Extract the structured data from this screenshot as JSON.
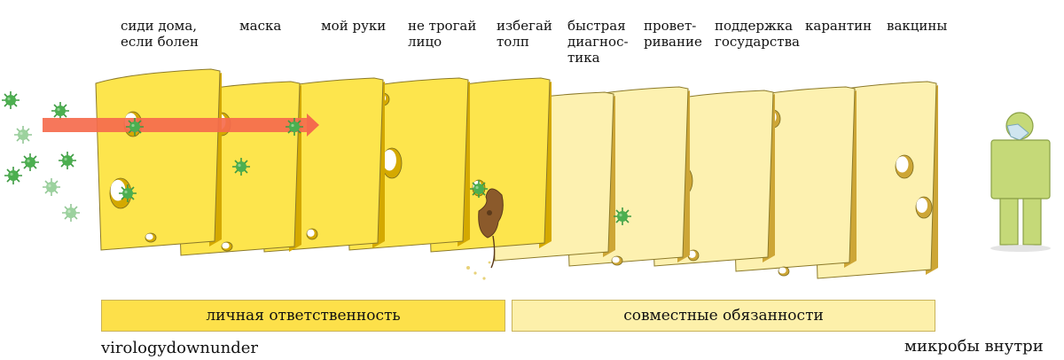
{
  "labels": [
    "сиди дома,\nесли болен",
    "маска",
    "мой руки",
    "не трогай\nлицо",
    "избегай\nтолп",
    "быстрая\nдиагнос-\nтика",
    "провет-\nривание",
    "поддержка\nгосударства",
    "карантин",
    "вакцины"
  ],
  "bands": {
    "personal": "личная ответственность",
    "shared": "совместные обязанности"
  },
  "credit": "virologydownunder",
  "person_caption": "микробы внутри",
  "colors": {
    "cheese_personal": "#fde54d",
    "cheese_personal_side": "#d4a900",
    "cheese_shared": "#fdf1b0",
    "cheese_shared_side": "#cda636",
    "arrow": "#f56b4d",
    "virus": "#4caf50",
    "person": "#c5d978"
  },
  "icons": [
    "virus-icon",
    "mouse-icon",
    "person-icon",
    "mask-icon"
  ]
}
